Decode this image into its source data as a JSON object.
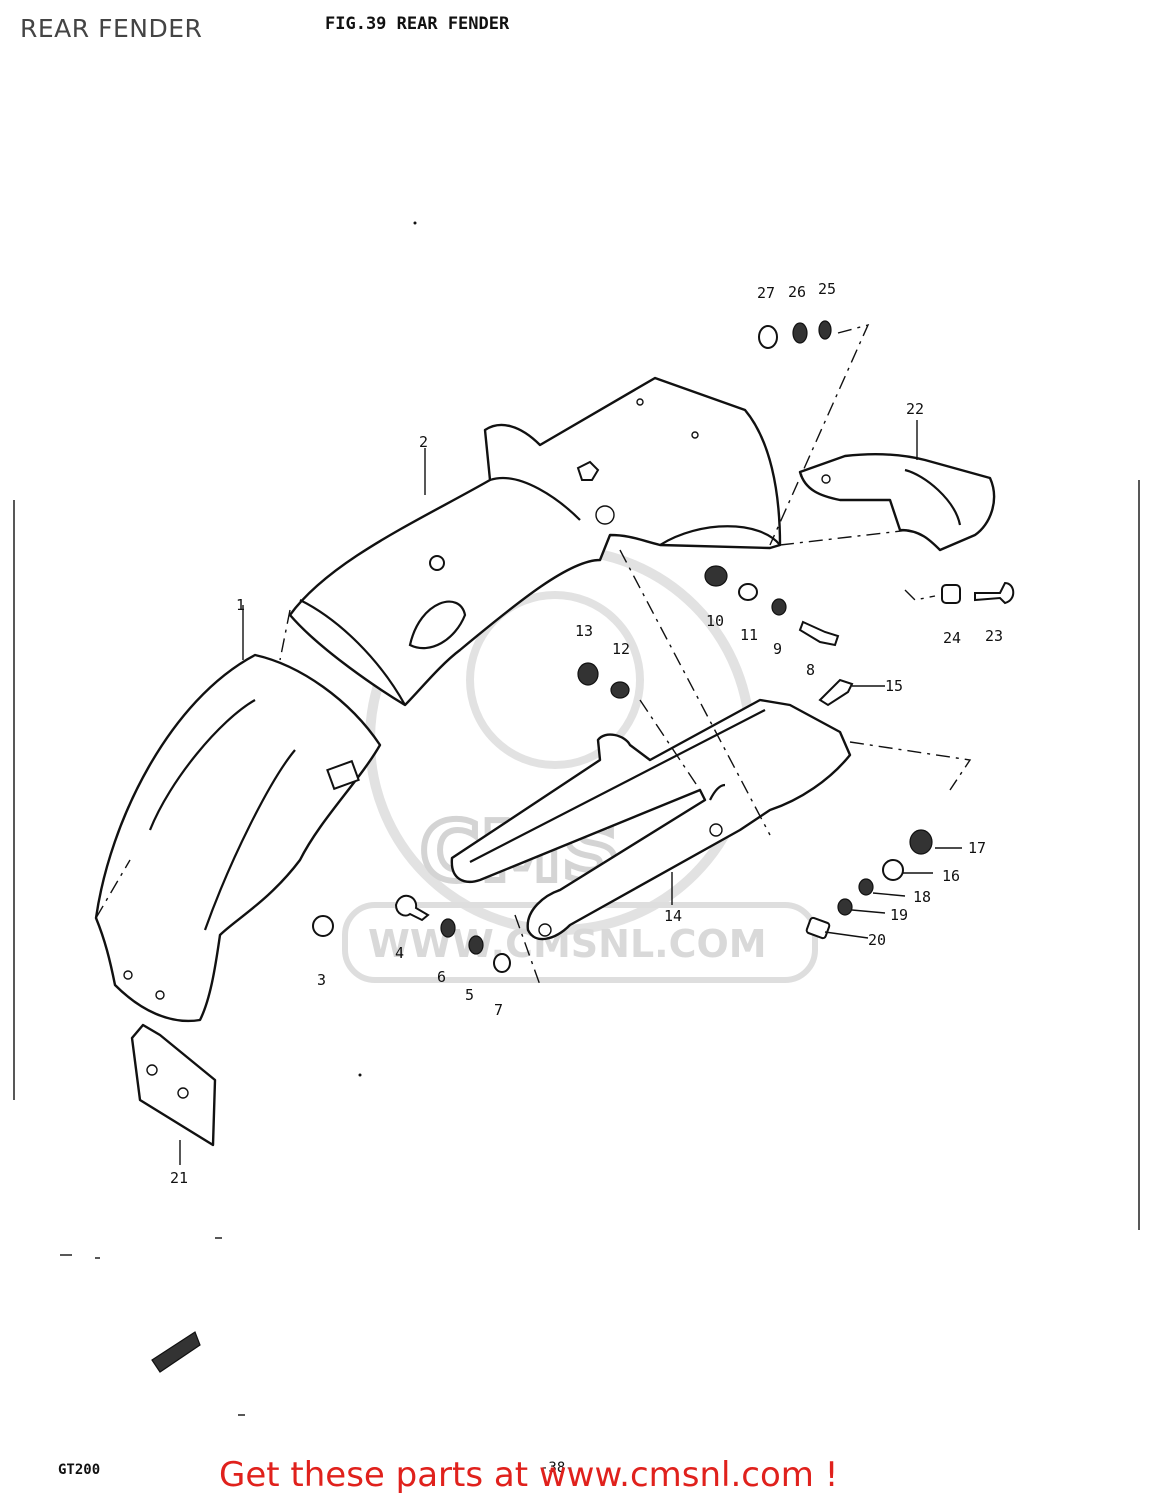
{
  "header": {
    "page_title": "REAR FENDER",
    "figure_title": "FIG.39  REAR FENDER"
  },
  "footer": {
    "model": "GT200",
    "page_number": "-38-",
    "promo_text": "Get these parts at www.cmsnl.com !"
  },
  "watermark": {
    "brand": "CMS",
    "site": "WWW.CMSNL.COM"
  },
  "callouts": [
    "1",
    "2",
    "3",
    "4",
    "5",
    "6",
    "7",
    "8",
    "9",
    "10",
    "11",
    "12",
    "13",
    "14",
    "15",
    "16",
    "17",
    "18",
    "19",
    "20",
    "21",
    "22",
    "23",
    "24",
    "25",
    "26",
    "27"
  ],
  "colors": {
    "promo": "#e0211c",
    "watermark": "#d9d9d9",
    "ink": "#111111"
  }
}
